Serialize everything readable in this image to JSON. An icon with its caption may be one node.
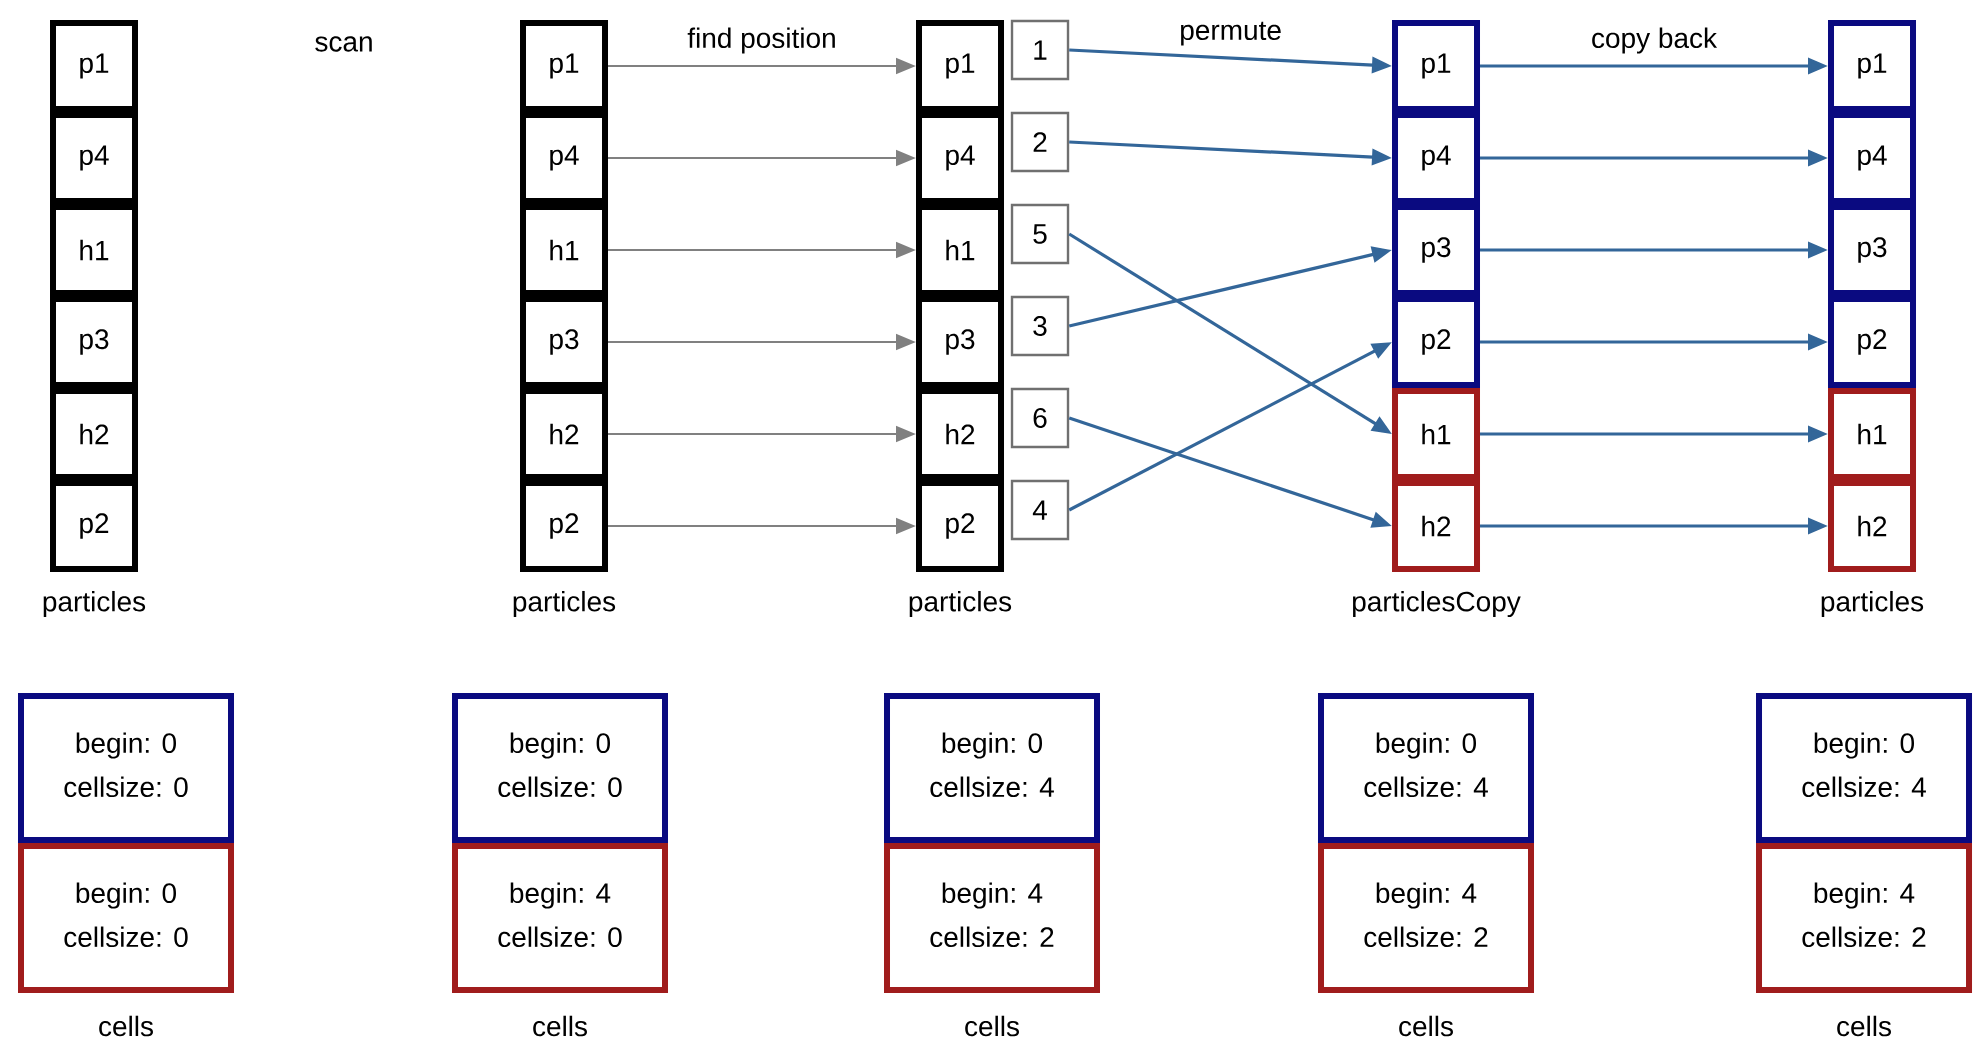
{
  "diagram": {
    "nodes": [
      {
        "text": [
          "p1"
        ]
      },
      {
        "text": [
          "p4"
        ]
      },
      {
        "text": [
          "h1"
        ]
      },
      {
        "text": [
          "p3"
        ]
      },
      {
        "text": [
          "h2"
        ]
      },
      {
        "text": [
          "p2"
        ]
      },
      {
        "text": [
          "p1"
        ]
      },
      {
        "text": [
          "p4"
        ]
      },
      {
        "text": [
          "h1"
        ]
      },
      {
        "text": [
          "p3"
        ]
      },
      {
        "text": [
          "h2"
        ]
      },
      {
        "text": [
          "p2"
        ]
      },
      {
        "text": [
          "p1"
        ]
      },
      {
        "text": [
          "p4"
        ]
      },
      {
        "text": [
          "h1"
        ]
      },
      {
        "text": [
          "p3"
        ]
      },
      {
        "text": [
          "h2"
        ]
      },
      {
        "text": [
          "p2"
        ]
      },
      {
        "text": [
          "1"
        ]
      },
      {
        "text": [
          "2"
        ]
      },
      {
        "text": [
          "5"
        ]
      },
      {
        "text": [
          "3"
        ]
      },
      {
        "text": [
          "6"
        ]
      },
      {
        "text": [
          "4"
        ]
      },
      {
        "text": [
          "p1"
        ]
      },
      {
        "text": [
          "p4"
        ]
      },
      {
        "text": [
          "p3"
        ]
      },
      {
        "text": [
          "p2"
        ]
      },
      {
        "text": [
          "h1"
        ]
      },
      {
        "text": [
          "h2"
        ]
      },
      {
        "text": [
          "p1"
        ]
      },
      {
        "text": [
          "p4"
        ]
      },
      {
        "text": [
          "p3"
        ]
      },
      {
        "text": [
          "p2"
        ]
      },
      {
        "text": [
          "h1"
        ]
      },
      {
        "text": [
          "h2"
        ]
      },
      {
        "text": [
          "begin: 0",
          "cellsize: 0"
        ]
      },
      {
        "text": [
          "begin: 0",
          "cellsize: 0"
        ]
      },
      {
        "text": [
          "begin: 0",
          "cellsize: 0"
        ]
      },
      {
        "text": [
          "begin: 4",
          "cellsize: 0"
        ]
      },
      {
        "text": [
          "begin: 0",
          "cellsize: 4"
        ]
      },
      {
        "text": [
          "begin: 4",
          "cellsize: 2"
        ]
      },
      {
        "text": [
          "begin: 0",
          "cellsize: 4"
        ]
      },
      {
        "text": [
          "begin: 4",
          "cellsize: 2"
        ]
      },
      {
        "text": [
          "begin: 0",
          "cellsize: 4"
        ]
      },
      {
        "text": [
          "begin: 4",
          "cellsize: 2"
        ]
      }
    ],
    "edges": [
      {
        "from": 6,
        "to": 12,
        "arrow": "to",
        "label": "find position",
        "color": "#808080"
      },
      {
        "from": 7,
        "to": 13,
        "arrow": "to",
        "color": "#808080"
      },
      {
        "from": 8,
        "to": 14,
        "arrow": "to",
        "color": "#808080"
      },
      {
        "from": 9,
        "to": 15,
        "arrow": "to",
        "color": "#808080"
      },
      {
        "from": 10,
        "to": 16,
        "arrow": "to",
        "color": "#808080"
      },
      {
        "from": 11,
        "to": 17,
        "arrow": "to",
        "color": "#808080"
      },
      {
        "from": 18,
        "to": 24,
        "arrow": "to",
        "label": "permute"
      },
      {
        "from": 19,
        "to": 25,
        "arrow": "to"
      },
      {
        "from": 20,
        "to": 28,
        "arrow": "to"
      },
      {
        "from": 21,
        "to": 26,
        "arrow": "to"
      },
      {
        "from": 22,
        "to": 29,
        "arrow": "to"
      },
      {
        "from": 23,
        "to": 27,
        "arrow": "to"
      },
      {
        "from": 24,
        "to": 30,
        "arrow": "to",
        "label": "copy back"
      },
      {
        "from": 25,
        "to": 31,
        "arrow": "to"
      },
      {
        "from": 26,
        "to": 32,
        "arrow": "to"
      },
      {
        "from": 27,
        "to": 33,
        "arrow": "to"
      },
      {
        "from": 28,
        "to": 34,
        "arrow": "to"
      },
      {
        "from": 29,
        "to": 35,
        "arrow": "to"
      }
    ],
    "labels": [
      "scan",
      "particles",
      "particles",
      "particles",
      "particlesCopy",
      "particles",
      "cells",
      "cells",
      "cells",
      "cells",
      "cells"
    ]
  }
}
